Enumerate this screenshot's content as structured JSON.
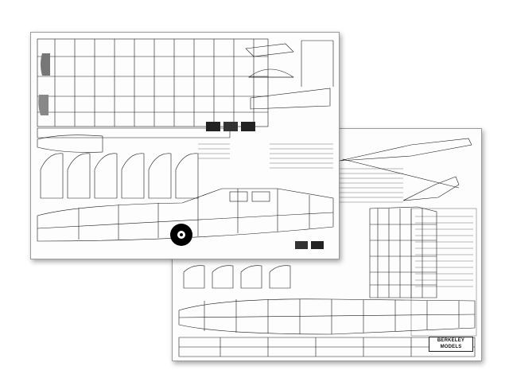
{
  "sheets": [
    {
      "id": "plan-sheet-1",
      "layer": "front"
    },
    {
      "id": "plan-sheet-2",
      "layer": "back"
    }
  ],
  "brand": {
    "name": "BERKELEY MODELS",
    "tagline": ""
  },
  "colors": {
    "paper": "#fdfdfd",
    "ink": "#1a1a1a",
    "shadow": "#8a8a8a",
    "emblem": "#000000"
  }
}
